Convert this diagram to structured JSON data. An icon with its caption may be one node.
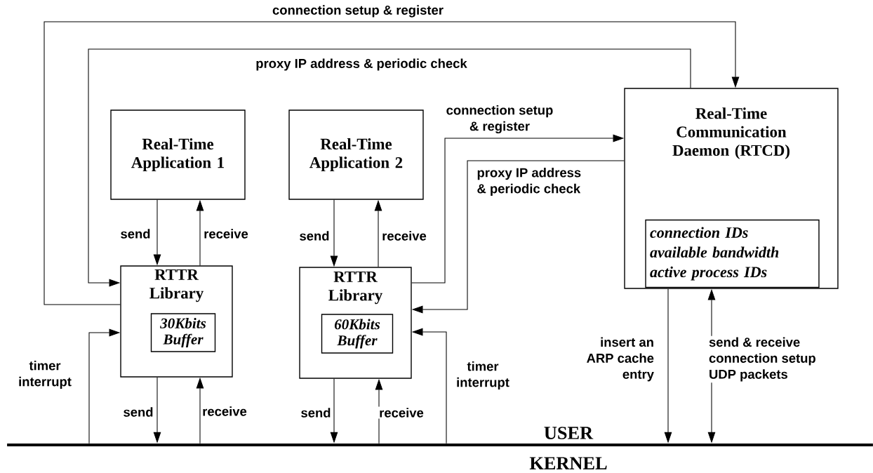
{
  "diagram": {
    "nodes": [
      {
        "text": [
          "Real-Time Application 1"
        ]
      },
      {
        "text": [
          "Real-Time Application 2"
        ]
      },
      {
        "text": [
          "RTTR Library"
        ]
      },
      {
        "text": [
          "30Kbits Buffer"
        ],
        "in": 2
      },
      {
        "text": [
          "RTTR Library"
        ]
      },
      {
        "text": [
          "60Kbits Buffer"
        ],
        "in": 4
      },
      {
        "text": [
          "Real-Time Communication Daemon (RTCD)"
        ]
      },
      {
        "text": [
          "connection IDs",
          "available bandwidth",
          "active process IDs"
        ],
        "in": 6
      },
      {
        "text": [],
        "shape": "bar",
        "beside": [
          "USER",
          "KERNEL"
        ]
      }
    ],
    "edges": [
      {
        "from": 2,
        "to": 6,
        "arrow": "to",
        "label": "connection setup & register"
      },
      {
        "from": 6,
        "to": 2,
        "arrow": "to",
        "label": "proxy IP address & periodic check"
      },
      {
        "from": 4,
        "to": 6,
        "arrow": "to",
        "label": "connection setup & register"
      },
      {
        "from": 6,
        "to": 4,
        "arrow": "to",
        "label": "proxy IP address & periodic check"
      },
      {
        "from": 0,
        "to": 2,
        "arrow": "to",
        "label": "send"
      },
      {
        "from": 2,
        "to": 0,
        "arrow": "to",
        "label": "receive"
      },
      {
        "from": 1,
        "to": 4,
        "arrow": "to",
        "label": "send"
      },
      {
        "from": 4,
        "to": 1,
        "arrow": "to",
        "label": "receive"
      },
      {
        "from": 2,
        "to": 8,
        "arrow": "to",
        "label": "send"
      },
      {
        "from": 8,
        "to": 2,
        "arrow": "to",
        "label": "receive"
      },
      {
        "from": 8,
        "to": 2,
        "arrow": "to",
        "label": "timer interrupt"
      },
      {
        "from": 4,
        "to": 8,
        "arrow": "to",
        "label": "send"
      },
      {
        "from": 8,
        "to": 4,
        "arrow": "to",
        "label": "receive"
      },
      {
        "from": 8,
        "to": 4,
        "arrow": "to",
        "label": "timer interrupt"
      },
      {
        "from": 6,
        "to": 8,
        "arrow": "to",
        "label": "insert an ARP cache entry"
      },
      {
        "from": 6,
        "to": 8,
        "arrow": "both",
        "label": "send & receive connection setup UDP packets"
      }
    ]
  }
}
